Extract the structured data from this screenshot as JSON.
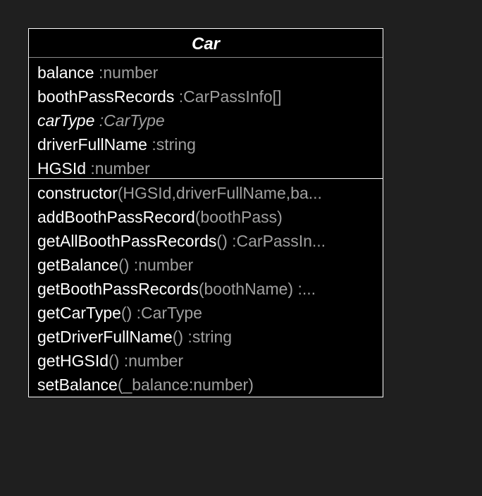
{
  "class": {
    "name": "Car",
    "attributes": [
      {
        "name": "balance",
        "type": " :number",
        "italic": false
      },
      {
        "name": "boothPassRecords",
        "type": " :CarPassInfo[]",
        "italic": false
      },
      {
        "name": "carType",
        "type": " :CarType",
        "italic": true
      },
      {
        "name": "driverFullName",
        "type": " :string",
        "italic": false
      },
      {
        "name": "HGSId",
        "type": " :number",
        "italic": false
      }
    ],
    "methods": [
      {
        "name": "constructor",
        "detail": "(HGSId,driverFullName,ba..."
      },
      {
        "name": "addBoothPassRecord",
        "detail": "(boothPass)"
      },
      {
        "name": "getAllBoothPassRecords",
        "detail": "() :CarPassIn..."
      },
      {
        "name": "getBalance",
        "detail": "() :number"
      },
      {
        "name": "getBoothPassRecords",
        "detail": "(boothName) :..."
      },
      {
        "name": "getCarType",
        "detail": "() :CarType"
      },
      {
        "name": "getDriverFullName",
        "detail": "() :string"
      },
      {
        "name": "getHGSId",
        "detail": "() :number"
      },
      {
        "name": "setBalance",
        "detail": "(_balance:number)"
      }
    ]
  },
  "colors": {
    "background": "#1f1f1f",
    "box": "#000000",
    "text": "#ffffff",
    "muted": "#a0a0a0"
  }
}
